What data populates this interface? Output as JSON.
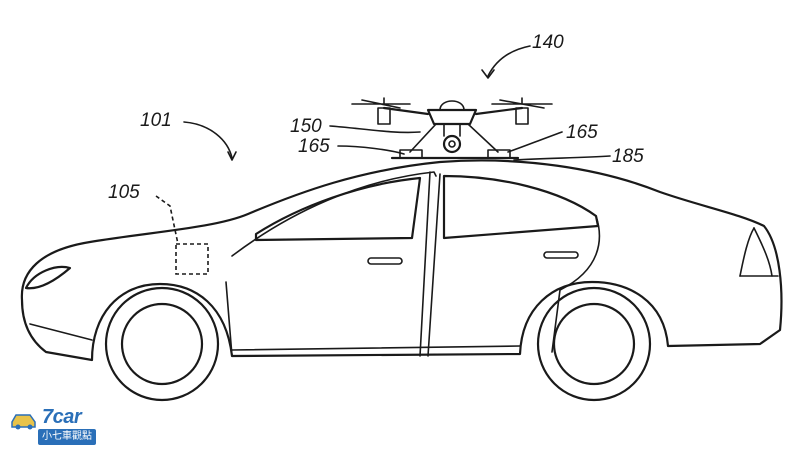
{
  "figure": {
    "labels": {
      "vehicle": "101",
      "sensor": "105",
      "drone": "140",
      "mount": "150",
      "latch_left": "165",
      "latch_right": "165",
      "roof": "185"
    }
  },
  "watermark": {
    "brand": "7car",
    "subtitle": "小七車觀點",
    "brand_color": "#2a6fb8"
  }
}
